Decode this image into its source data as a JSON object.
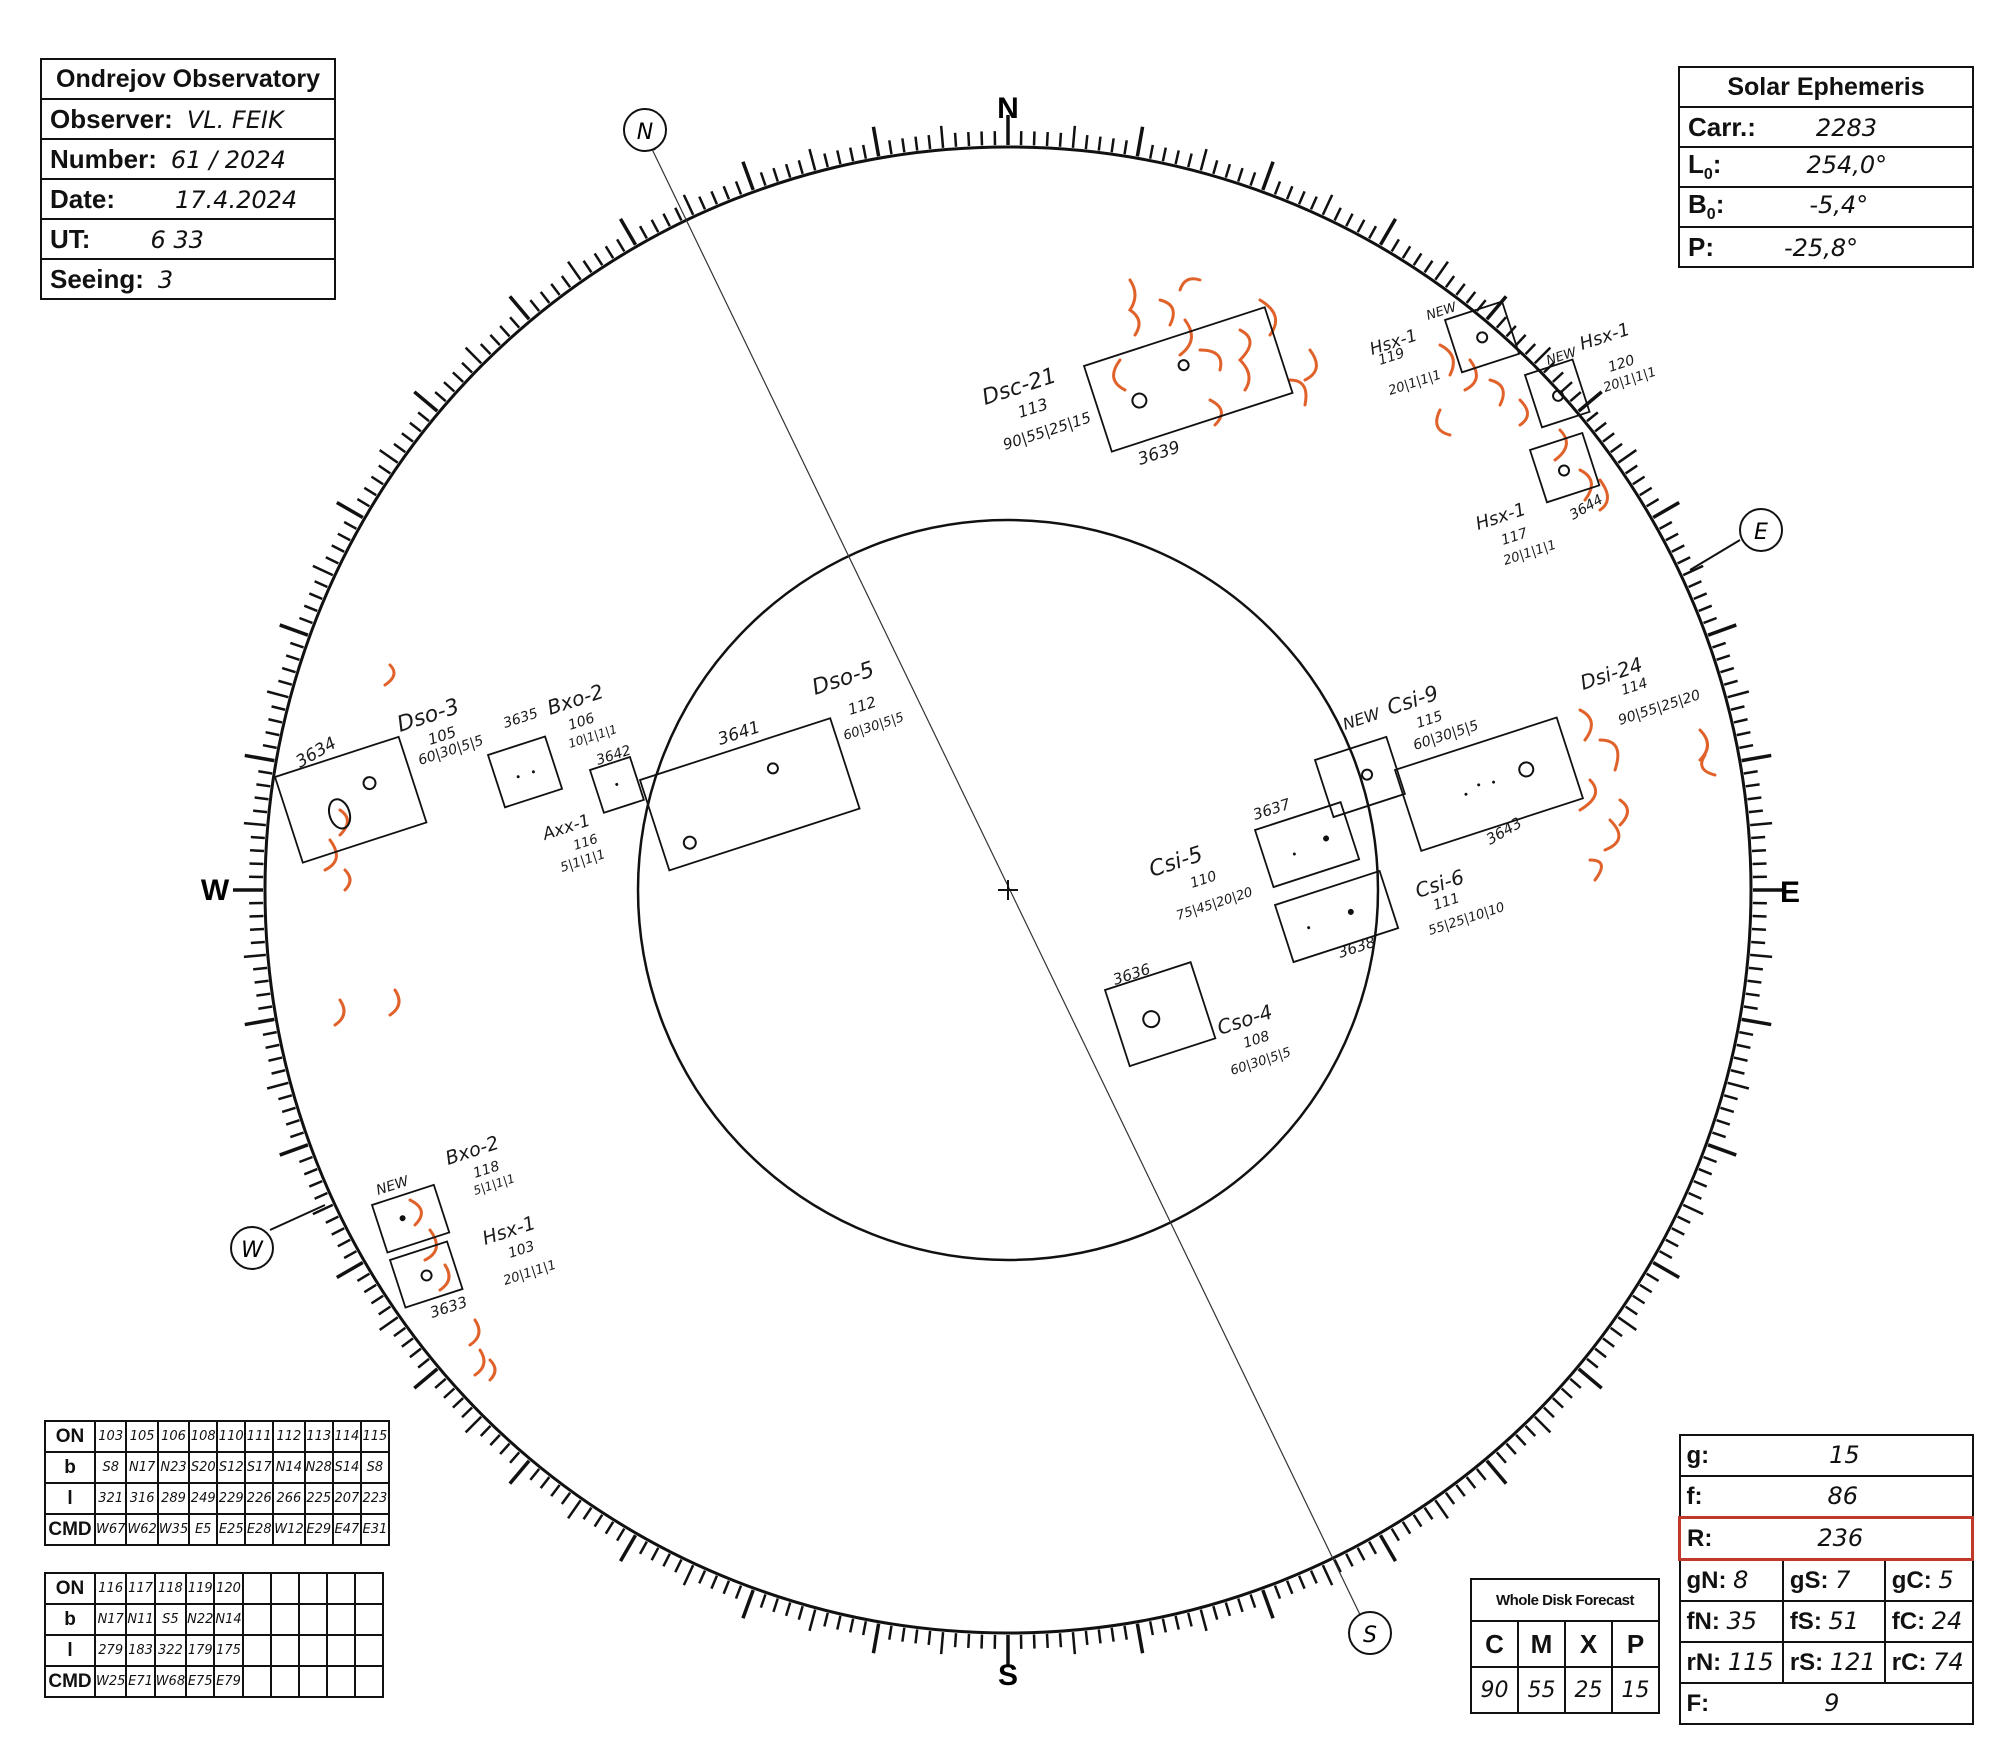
{
  "observatory": {
    "title": "Ondrejov Observatory",
    "observer_label": "Observer:",
    "observer": "VL. FEIK",
    "number_label": "Number:",
    "number": "61 / 2024",
    "date_label": "Date:",
    "date": "17.4.2024",
    "ut_label": "UT:",
    "ut": "6 33",
    "seeing_label": "Seeing:",
    "seeing": "3"
  },
  "ephemeris": {
    "title": "Solar Ephemeris",
    "carr_label": "Carr.:",
    "carr": "2283",
    "l0_label": "L",
    "l0_sub": "0",
    "l0": "254,0°",
    "b0_label": "B",
    "b0_sub": "0",
    "b0": "-5,4°",
    "p_label": "P:",
    "p": "-25,8°"
  },
  "compass": {
    "N": "N",
    "S": "S",
    "E": "E",
    "W": "W",
    "N_circle": "N",
    "S_circle": "S",
    "E_circle": "E",
    "W_circle": "W"
  },
  "groups": [
    {
      "id": "3634",
      "cls": "Dso-3",
      "on": "105",
      "fc": "60|30|5|5"
    },
    {
      "id": "3635",
      "cls": "Bxo-2",
      "on": "106",
      "fc": "10|1|1|1"
    },
    {
      "id": "3642",
      "cls": "Axx-1",
      "on": "116",
      "fc": "5|1|1|1"
    },
    {
      "id": "3641",
      "cls": "Dso-5",
      "on": "112",
      "fc": "60|30|5|5"
    },
    {
      "id": "3639",
      "cls": "Dsc-21",
      "on": "113",
      "fc": "90|55|25|15"
    },
    {
      "id": "NEW",
      "cls": "Hsx-1",
      "on": "119",
      "fc": "20|1|1|1"
    },
    {
      "id": "NEW",
      "cls": "Hsx-1",
      "on": "120",
      "fc": "20|1|1|1"
    },
    {
      "id": "3644",
      "cls": "Hsx-1",
      "on": "117",
      "fc": "20|1|1|1"
    },
    {
      "id": "NEW",
      "cls": "Csi-9",
      "on": "115",
      "fc": "60|30|5|5"
    },
    {
      "id": "3643",
      "cls": "Dsi-24",
      "on": "114",
      "fc": "90|55|25|20"
    },
    {
      "id": "3637",
      "cls": "Csi-5",
      "on": "110",
      "fc": "75|45|20|20"
    },
    {
      "id": "3638",
      "cls": "Csi-6",
      "on": "111",
      "fc": "55|25|10|10"
    },
    {
      "id": "3636",
      "cls": "Cso-4",
      "on": "108",
      "fc": "60|30|5|5"
    },
    {
      "id": "NEW",
      "cls": "Bxo-2",
      "on": "118",
      "fc": "5|1|1|1"
    },
    {
      "id": "3633",
      "cls": "Hsx-1",
      "on": "103",
      "fc": "20|1|1|1"
    }
  ],
  "table1": {
    "rows": [
      [
        "ON",
        "103",
        "105",
        "106",
        "108",
        "110",
        "111",
        "112",
        "113",
        "114",
        "115"
      ],
      [
        "b",
        "S8",
        "N17",
        "N23",
        "S20",
        "S12",
        "S17",
        "N14",
        "N28",
        "S14",
        "S8"
      ],
      [
        "l",
        "321",
        "316",
        "289",
        "249",
        "229",
        "226",
        "266",
        "225",
        "207",
        "223"
      ],
      [
        "CMD",
        "W67",
        "W62",
        "W35",
        "E5",
        "E25",
        "E28",
        "W12",
        "E29",
        "E47",
        "E31"
      ]
    ]
  },
  "table2": {
    "rows": [
      [
        "ON",
        "116",
        "117",
        "118",
        "119",
        "120",
        "",
        "",
        "",
        "",
        ""
      ],
      [
        "b",
        "N17",
        "N11",
        "S5",
        "N22",
        "N14",
        "",
        "",
        "",
        "",
        ""
      ],
      [
        "l",
        "279",
        "183",
        "322",
        "179",
        "175",
        "",
        "",
        "",
        "",
        ""
      ],
      [
        "CMD",
        "W25",
        "E71",
        "W68",
        "E75",
        "E79",
        "",
        "",
        "",
        "",
        ""
      ]
    ]
  },
  "counts": {
    "g_label": "g:",
    "g": "15",
    "f_label": "f:",
    "f": "86",
    "r_label": "R:",
    "r": "236",
    "gn_label": "gN:",
    "gn": "8",
    "gs_label": "gS:",
    "gs": "7",
    "gc_label": "gC:",
    "gc": "5",
    "fn_label": "fN:",
    "fn": "35",
    "fs_label": "fS:",
    "fs": "51",
    "fc_label": "fC:",
    "fc": "24",
    "rn_label": "rN:",
    "rn": "115",
    "rs_label": "rS:",
    "rs": "121",
    "rc_label": "rC:",
    "rc": "74",
    "F_label": "F:",
    "F": "9"
  },
  "forecast": {
    "title": "Whole Disk Forecast",
    "C": "C",
    "M": "M",
    "X": "X",
    "P": "P",
    "c_val": "90",
    "m_val": "55",
    "x_val": "25",
    "p_val": "15"
  },
  "colors": {
    "ink": "#111111",
    "faculae": "#e0622a",
    "highlight": "#c0392b"
  }
}
